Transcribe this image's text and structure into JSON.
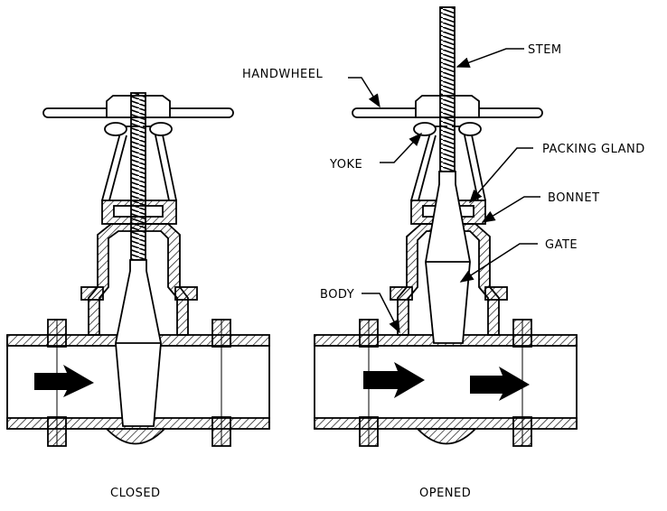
{
  "labels": {
    "stem": "STEM",
    "handwheel": "HANDWHEEL",
    "yoke": "YOKE",
    "packing_gland": "PACKING GLAND",
    "bonnet": "BONNET",
    "gate": "GATE",
    "body": "BODY"
  },
  "captions": {
    "closed": "CLOSED",
    "opened": "OPENED"
  },
  "colors": {
    "line": "#000000",
    "background": "#ffffff",
    "hatch": "#000000"
  }
}
